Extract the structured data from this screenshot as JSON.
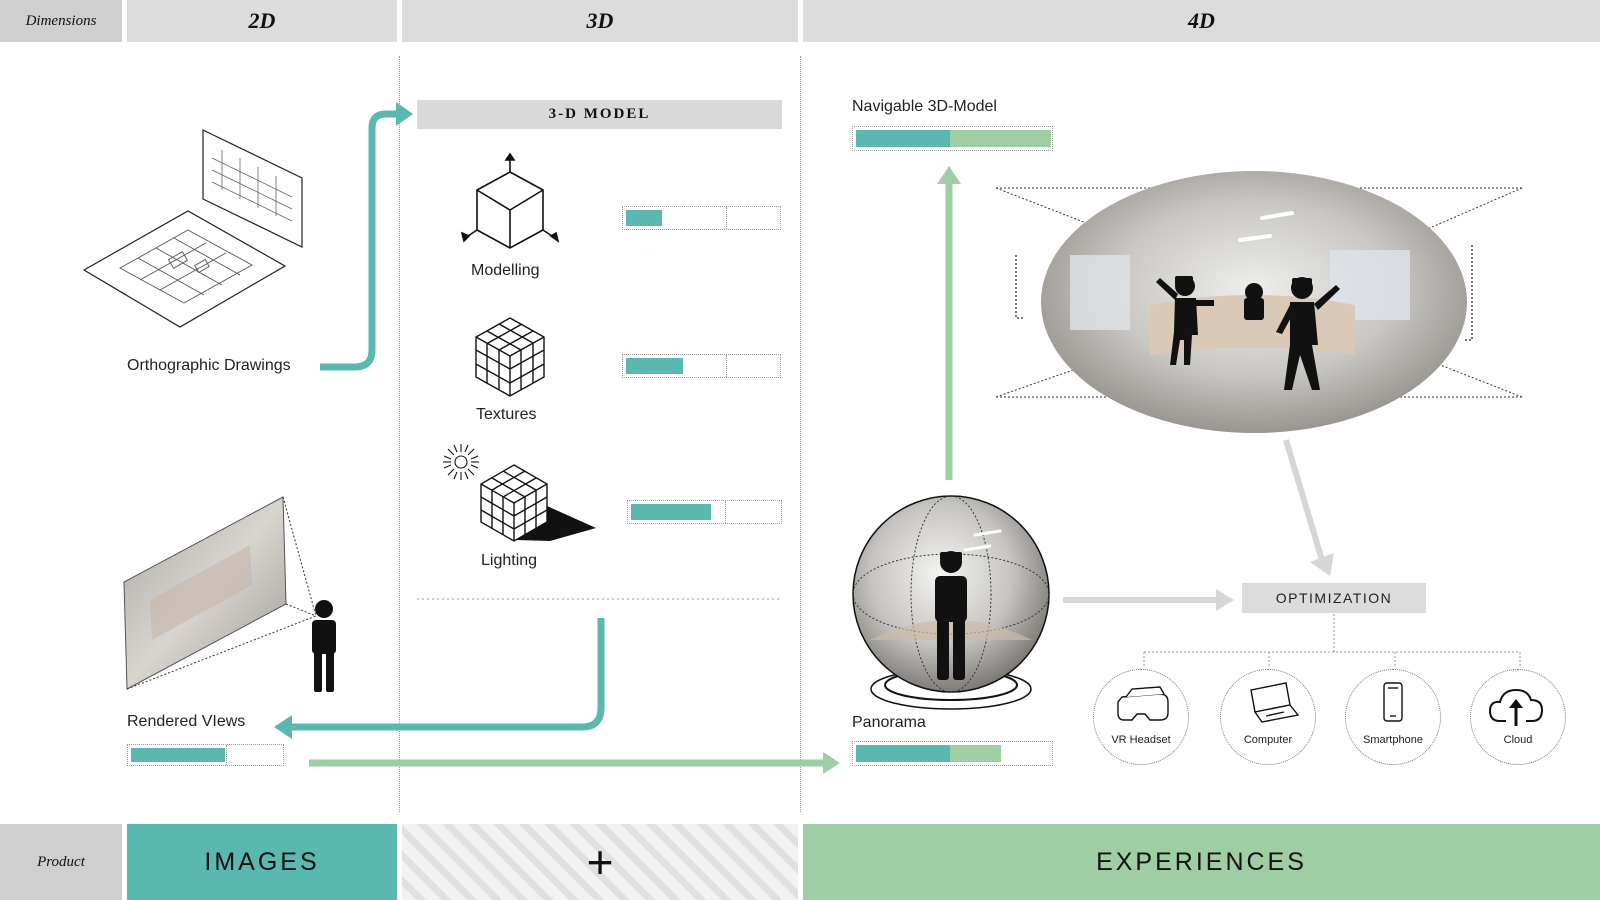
{
  "header": {
    "dimensions_label": "Dimensions",
    "col_2d": "2D",
    "col_3d": "3D",
    "col_4d": "4D"
  },
  "footer": {
    "product_label": "Product",
    "images": "IMAGES",
    "plus": "+",
    "experiences": "EXPERIENCES"
  },
  "col2d": {
    "orthographic": "Orthographic Drawings",
    "rendered_views": "Rendered VIews",
    "rendered_progress": {
      "teal": 0.62,
      "green": 0
    }
  },
  "col3d": {
    "banner": "3-D MODEL",
    "items": [
      {
        "label": "Modelling",
        "progress": 0.22
      },
      {
        "label": "Textures",
        "progress": 0.35
      },
      {
        "label": "Lighting",
        "progress": 0.53
      }
    ]
  },
  "col4d": {
    "navigable": "Navigable 3D-Model",
    "navigable_progress": {
      "teal": 0.47,
      "green": 0.51
    },
    "panorama": "Panorama",
    "panorama_progress": {
      "teal": 0.47,
      "green": 0.25
    },
    "optimization": "OPTIMIZATION",
    "devices": [
      {
        "label": "VR Headset",
        "icon": "vr-headset-icon"
      },
      {
        "label": "Computer",
        "icon": "laptop-icon"
      },
      {
        "label": "Smartphone",
        "icon": "smartphone-icon"
      },
      {
        "label": "Cloud",
        "icon": "cloud-upload-icon"
      }
    ]
  },
  "colors": {
    "teal": "#5ab8b0",
    "green": "#9fcea4",
    "grey": "#dcdcdc",
    "arrow_grey": "#d6d6d6"
  }
}
